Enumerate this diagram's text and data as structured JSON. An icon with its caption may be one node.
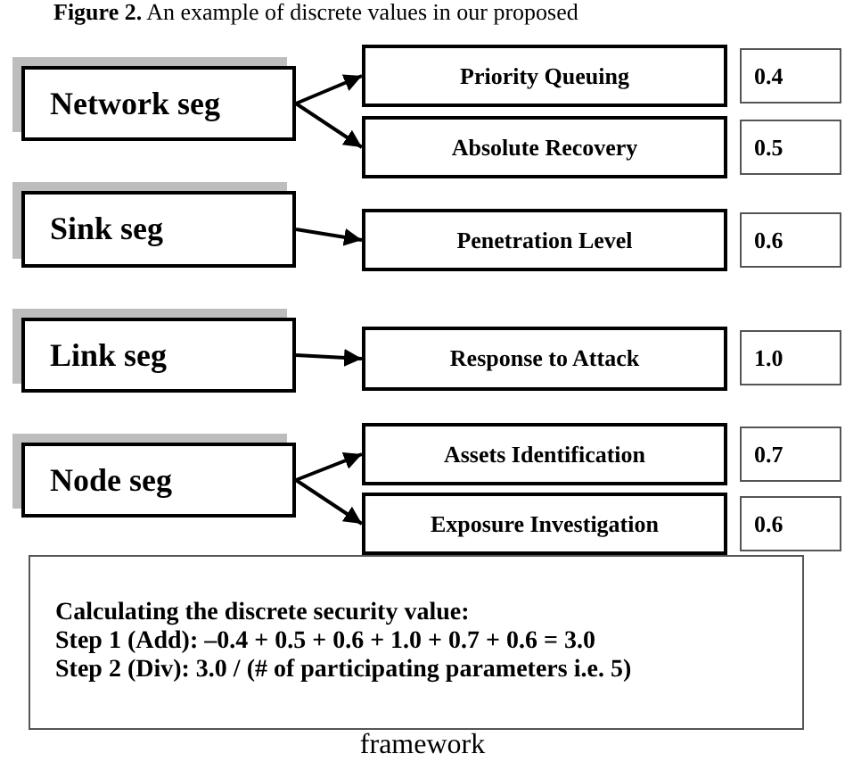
{
  "diagram": {
    "title": "**Figure 2.** An example of discrete values in our proposed",
    "caption": "framework",
    "nodes": [
      {
        "text": [
          "Network seg"
        ]
      },
      {
        "text": [
          "Priority Queuing"
        ]
      },
      {
        "text": [
          "0.4"
        ]
      },
      {
        "text": [
          "Absolute Recovery"
        ]
      },
      {
        "text": [
          "0.5"
        ]
      },
      {
        "text": [
          "Sink seg"
        ]
      },
      {
        "text": [
          "Penetration Level"
        ]
      },
      {
        "text": [
          "0.6"
        ]
      },
      {
        "text": [
          "Link seg"
        ]
      },
      {
        "text": [
          "Response to Attack"
        ]
      },
      {
        "text": [
          "1.0"
        ]
      },
      {
        "text": [
          "Node seg"
        ]
      },
      {
        "text": [
          "Assets Identification"
        ]
      },
      {
        "text": [
          "0.7"
        ]
      },
      {
        "text": [
          "Exposure Investigation"
        ]
      },
      {
        "text": [
          "0.6"
        ]
      },
      {
        "text": [
          "Calculating the discrete security value:",
          "Step 1 (Add): –0.4 + 0.5 + 0.6 + 1.0 + 0.7 + 0.6 = 3.0",
          "Step 2 (Div): 3.0 / (# of participating parameters i.e. 5)"
        ]
      }
    ],
    "edges": [
      {
        "from": 0,
        "to": 1,
        "arrow": "to"
      },
      {
        "from": 0,
        "to": 3,
        "arrow": "to"
      },
      {
        "from": 5,
        "to": 6,
        "arrow": "to"
      },
      {
        "from": 8,
        "to": 9,
        "arrow": "to"
      },
      {
        "from": 11,
        "to": 12,
        "arrow": "to"
      },
      {
        "from": 11,
        "to": 14,
        "arrow": "to"
      }
    ]
  }
}
